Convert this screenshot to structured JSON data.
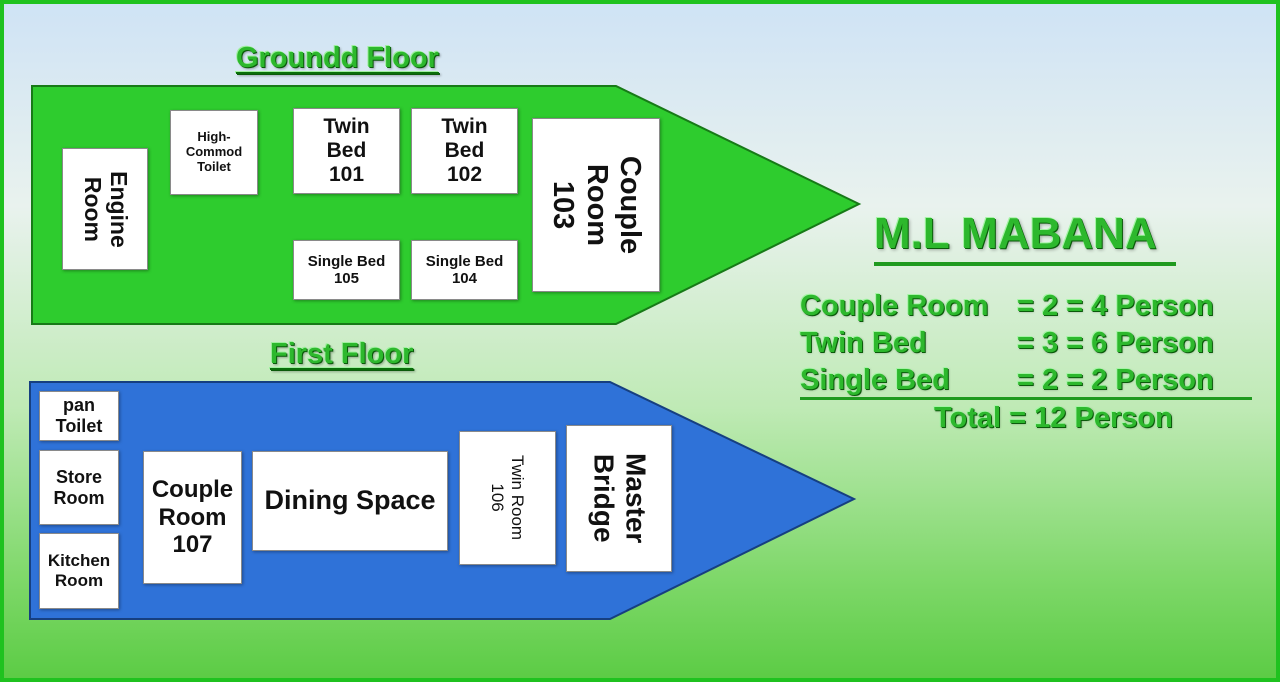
{
  "ground_floor": {
    "title": "Groundd Floor",
    "fill": "#2ecc2e",
    "rooms": {
      "engine_room": "Engine\nRoom",
      "high_commod_toilet": "High-\nCommod\nToilet",
      "twin_bed_101": "Twin\nBed\n101",
      "twin_bed_102": "Twin\nBed\n102",
      "couple_room_103": "Couple\nRoom\n103",
      "single_bed_105": "Single Bed\n105",
      "single_bed_104": "Single Bed\n104"
    }
  },
  "first_floor": {
    "title": "First Floor",
    "fill": "#2f72d8",
    "rooms": {
      "pan_toilet": "pan\nToilet",
      "store_room": "Store\nRoom",
      "kitchen_room": "Kitchen\nRoom",
      "couple_room_107": "Couple\nRoom\n107",
      "dining_space": "Dining Space",
      "twin_room_106": "Twin Room\n106",
      "master_bridge": "Master\nBridge"
    }
  },
  "summary": {
    "boat_name": "M.L MABANA",
    "rows": [
      {
        "label": "Couple Room",
        "value": "= 2 = 4 Person"
      },
      {
        "label": "Twin Bed",
        "value": "= 3 = 6 Person"
      },
      {
        "label": "Single Bed",
        "value": "= 2 = 2 Person"
      }
    ],
    "total": "Total = 12 Person"
  },
  "colors": {
    "frame_border": "#1fc21f",
    "title_text": "#2db82d"
  }
}
